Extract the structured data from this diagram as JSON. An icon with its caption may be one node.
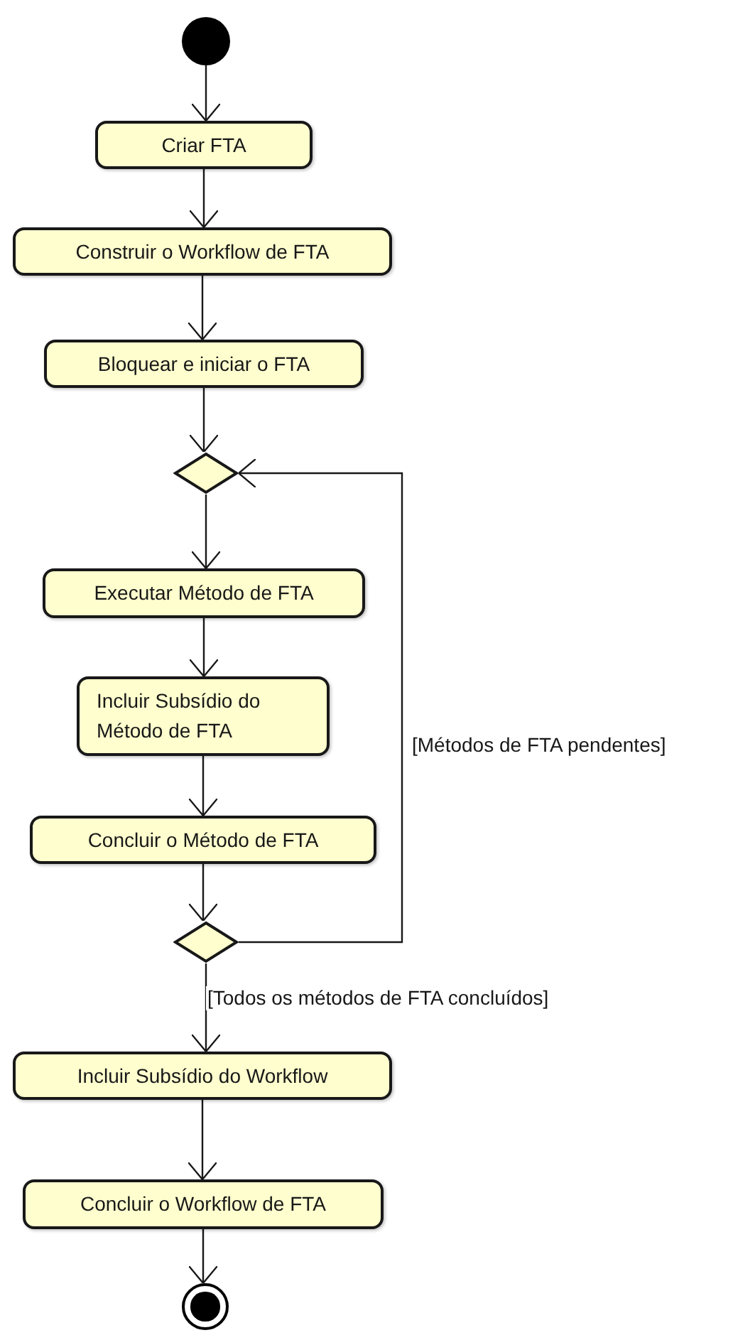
{
  "diagram": {
    "nodes": [
      {
        "text": [],
        "shape": "circle"
      },
      {
        "text": [
          "Criar FTA"
        ]
      },
      {
        "text": [
          "Construir o Workflow de FTA"
        ]
      },
      {
        "text": [
          "Bloquear e iniciar o FTA"
        ]
      },
      {
        "text": [],
        "shape": "diamond"
      },
      {
        "text": [
          "Executar Método de FTA"
        ]
      },
      {
        "text": [
          "Incluir Subsídio do Método de FTA"
        ]
      },
      {
        "text": [
          "Concluir o Método de FTA"
        ]
      },
      {
        "text": [],
        "shape": "diamond"
      },
      {
        "text": [
          "Incluir Subsídio do Workflow"
        ]
      },
      {
        "text": [
          "Concluir o Workflow de FTA"
        ]
      },
      {
        "text": [],
        "shape": "bullseye"
      }
    ],
    "edges": [
      {
        "from": 0,
        "to": 1,
        "arrow": "to"
      },
      {
        "from": 1,
        "to": 2,
        "arrow": "to"
      },
      {
        "from": 2,
        "to": 3,
        "arrow": "to"
      },
      {
        "from": 3,
        "to": 4,
        "arrow": "to"
      },
      {
        "from": 4,
        "to": 5,
        "arrow": "to"
      },
      {
        "from": 5,
        "to": 6,
        "arrow": "to"
      },
      {
        "from": 6,
        "to": 7,
        "arrow": "to"
      },
      {
        "from": 7,
        "to": 8,
        "arrow": "to"
      },
      {
        "from": 8,
        "to": 4,
        "arrow": "to",
        "label": "[Métodos de FTA pendentes]"
      },
      {
        "from": 8,
        "to": 9,
        "arrow": "to",
        "label": "[Todos os métodos de FTA concluídos]"
      },
      {
        "from": 9,
        "to": 10,
        "arrow": "to"
      },
      {
        "from": 10,
        "to": 11,
        "arrow": "to"
      }
    ]
  }
}
